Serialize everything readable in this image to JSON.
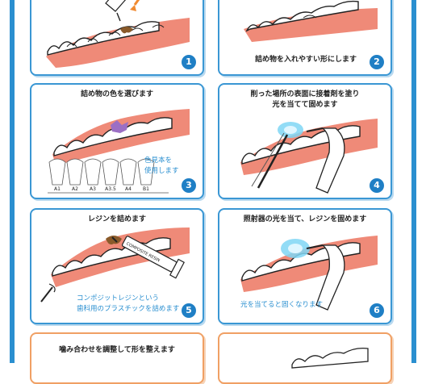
{
  "colors": {
    "frame": "#2a8fd0",
    "card_border": "#3a97d4",
    "card_border_last": "#f0a064",
    "gum": "#ef8a78",
    "badge": "#1f7fc5",
    "note_text": "#2a8fd0",
    "glow": "#7fd6f4",
    "decay": "#8a5a2a",
    "filling": "#9b6fc4"
  },
  "steps": [
    {
      "number": "1",
      "caption": "",
      "note": ""
    },
    {
      "number": "2",
      "caption": "詰め物を入れやすい形にします",
      "note": ""
    },
    {
      "number": "3",
      "caption": "詰め物の色を選びます",
      "note": "色見本を\n使用します",
      "shade_labels": [
        "A1",
        "A2",
        "A3",
        "A3.5",
        "A4",
        "B1"
      ]
    },
    {
      "number": "4",
      "caption": "削った場所の表面に接着剤を塗り\n光を当てて固めます",
      "note": ""
    },
    {
      "number": "5",
      "caption": "レジンを詰めます",
      "note": "コンポジットレジンという\n歯科用のプラスチックを詰めます",
      "syringe_label": "COMPOSITE RESIN"
    },
    {
      "number": "6",
      "caption": "照射器の光を当て、レジンを固めます",
      "note": "光を当てると固くなります"
    },
    {
      "number": "",
      "caption": "噛み合わせを調整して形を整えます",
      "note": ""
    }
  ]
}
